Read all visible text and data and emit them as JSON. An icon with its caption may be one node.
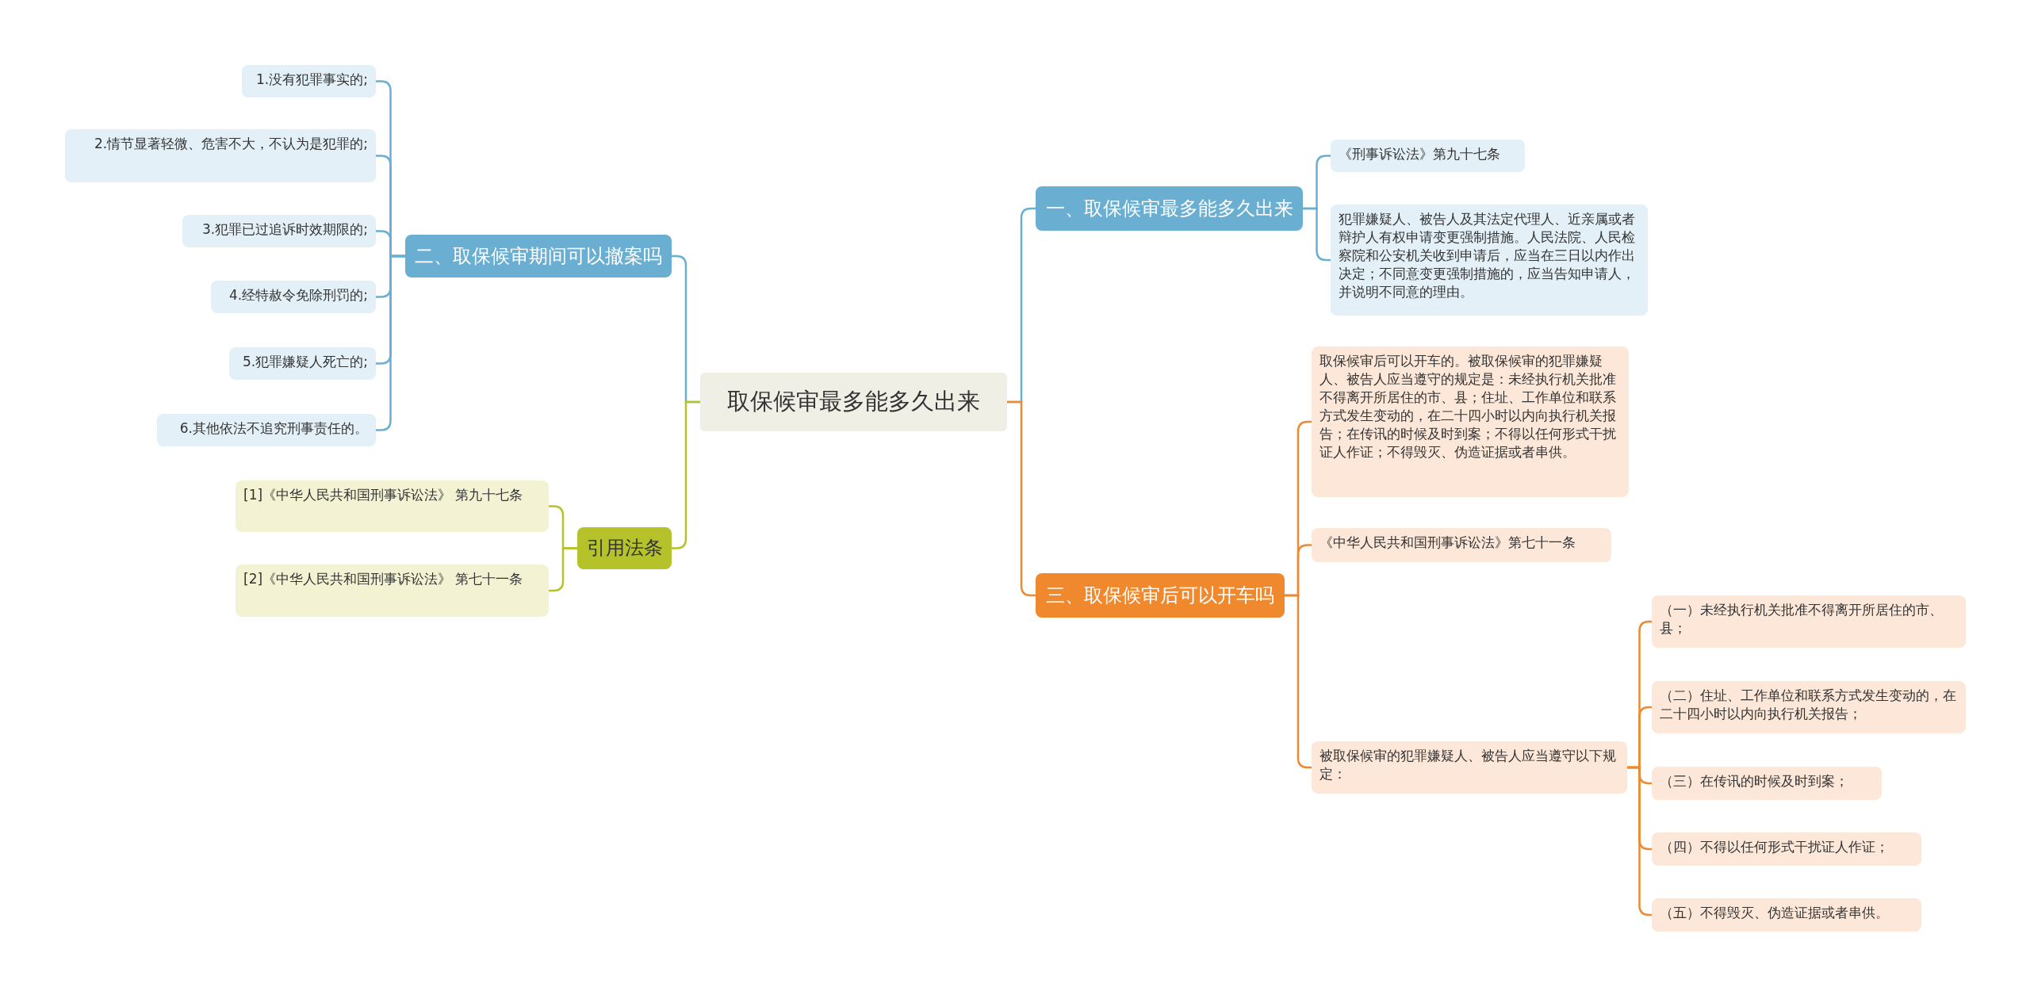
{
  "diagram": {
    "nodes": [
      {
        "text": [
          "取保候审最多能多久出来"
        ]
      },
      {
        "text": [
          "一、取保候审最多能多久出来"
        ]
      },
      {
        "text": [
          "《刑事诉讼法》第九十七条"
        ]
      },
      {
        "text": [
          "犯罪嫌疑人、被告人及其法定代理人、近亲属或者辩护人有权申请变更强制措施。人民法院、人民检察院和公安机关收到申请后，应当在三日以内作出决定；不同意变更强制措施的，应当告知申请人，并说明不同意的理由。"
        ]
      },
      {
        "text": [
          "三、取保候审后可以开车吗"
        ]
      },
      {
        "text": [
          "取保候审后可以开车的。被取保候审的犯罪嫌疑人、被告人应当遵守的规定是：未经执行机关批准不得离开所居住的市、县；住址、工作单位和联系方式发生变动的，在二十四小时以内向执行机关报告；在传讯的时候及时到案；不得以任何形式干扰证人作证；不得毁灭、伪造证据或者串供。"
        ]
      },
      {
        "text": [
          "《中华人民共和国刑事诉讼法》第七十一条"
        ]
      },
      {
        "text": [
          "被取保候审的犯罪嫌疑人、被告人应当遵守以下规定："
        ]
      },
      {
        "text": [
          "（一）未经执行机关批准不得离开所居住的市、县；"
        ]
      },
      {
        "text": [
          "（二）住址、工作单位和联系方式发生变动的，在二十四小时以内向执行机关报告；"
        ]
      },
      {
        "text": [
          "（三）在传讯的时候及时到案；"
        ]
      },
      {
        "text": [
          "（四）不得以任何形式干扰证人作证；"
        ]
      },
      {
        "text": [
          "（五）不得毁灭、伪造证据或者串供。"
        ]
      },
      {
        "text": [
          "二、取保候审期间可以撤案吗"
        ]
      },
      {
        "text": [
          "1.没有犯罪事实的;"
        ]
      },
      {
        "text": [
          "2.情节显著轻微、危害不大，不认为是犯罪的;"
        ]
      },
      {
        "text": [
          "3.犯罪已过追诉时效期限的;"
        ]
      },
      {
        "text": [
          "4.经特赦令免除刑罚的;"
        ]
      },
      {
        "text": [
          "5.犯罪嫌疑人死亡的;"
        ]
      },
      {
        "text": [
          "6.其他依法不追究刑事责任的。"
        ]
      },
      {
        "text": [
          "引用法条"
        ]
      },
      {
        "text": [
          "[1]《中华人民共和国刑事诉讼法》 第九十七条"
        ]
      },
      {
        "text": [
          "[2]《中华人民共和国刑事诉讼法》 第七十一条"
        ]
      }
    ],
    "edges": [
      {
        "from": 0,
        "to": 1,
        "arrow": "none"
      },
      {
        "from": 1,
        "to": 2,
        "arrow": "none"
      },
      {
        "from": 1,
        "to": 3,
        "arrow": "none"
      },
      {
        "from": 0,
        "to": 4,
        "arrow": "none",
        "color": "#ec8a33"
      },
      {
        "from": 4,
        "to": 5,
        "arrow": "none",
        "color": "#ec8a33"
      },
      {
        "from": 4,
        "to": 6,
        "arrow": "none",
        "color": "#ec8a33"
      },
      {
        "from": 4,
        "to": 7,
        "arrow": "none",
        "color": "#ec8a33"
      },
      {
        "from": 7,
        "to": 8,
        "arrow": "none",
        "color": "#ec8a33"
      },
      {
        "from": 7,
        "to": 9,
        "arrow": "none",
        "color": "#ec8a33"
      },
      {
        "from": 7,
        "to": 10,
        "arrow": "none",
        "color": "#ec8a33"
      },
      {
        "from": 7,
        "to": 11,
        "arrow": "none",
        "color": "#ec8a33"
      },
      {
        "from": 7,
        "to": 12,
        "arrow": "none",
        "color": "#ec8a33"
      },
      {
        "from": 0,
        "to": 13,
        "arrow": "none"
      },
      {
        "from": 13,
        "to": 14,
        "arrow": "none"
      },
      {
        "from": 13,
        "to": 15,
        "arrow": "none"
      },
      {
        "from": 13,
        "to": 16,
        "arrow": "none"
      },
      {
        "from": 13,
        "to": 17,
        "arrow": "none"
      },
      {
        "from": 13,
        "to": 18,
        "arrow": "none"
      },
      {
        "from": 13,
        "to": 19,
        "arrow": "none"
      },
      {
        "from": 0,
        "to": 20,
        "arrow": "none",
        "color": "#b5c22a"
      },
      {
        "from": 20,
        "to": 21,
        "arrow": "none",
        "color": "#b5c22a"
      },
      {
        "from": 20,
        "to": 22,
        "arrow": "none",
        "color": "#b5c22a"
      }
    ]
  }
}
